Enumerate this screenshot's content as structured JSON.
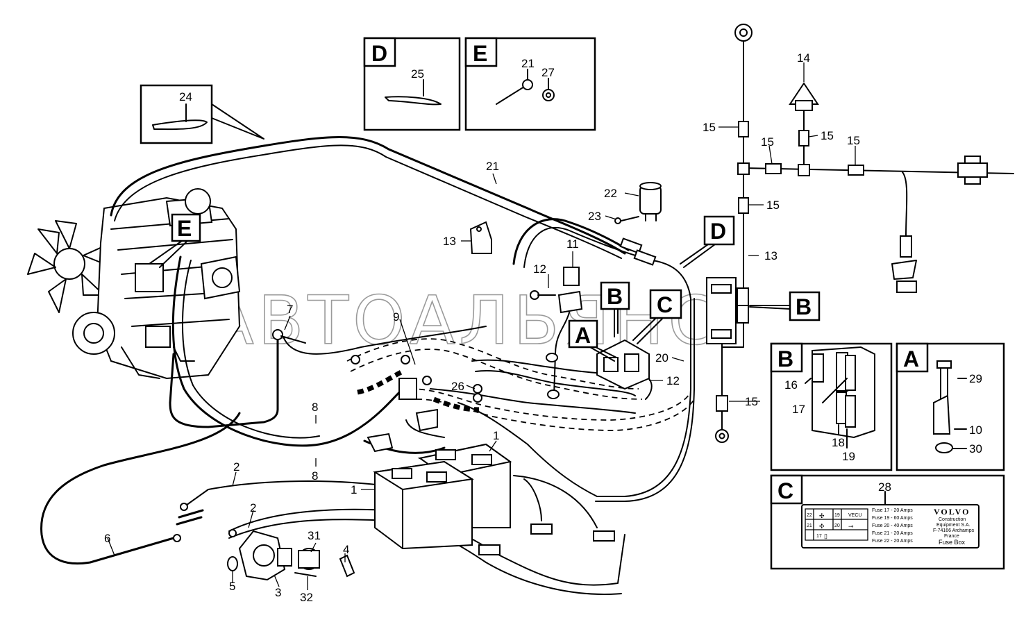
{
  "watermark": "АВТОАЛЬЯНС",
  "callouts": {
    "n1": "1",
    "n2": "2",
    "n3": "3",
    "n4": "4",
    "n5": "5",
    "n6": "6",
    "n7": "7",
    "n8": "8",
    "n9": "9",
    "n10": "10",
    "n11": "11",
    "n12": "12",
    "n13": "13",
    "n14": "14",
    "n15": "15",
    "n16": "16",
    "n17": "17",
    "n18": "18",
    "n19": "19",
    "n20": "20",
    "n21": "21",
    "n22": "22",
    "n23": "23",
    "n24": "24",
    "n25": "25",
    "n26": "26",
    "n27": "27",
    "n28": "28",
    "n29": "29",
    "n30": "30",
    "n31": "31",
    "n32": "32"
  },
  "detail_letters": {
    "a": "A",
    "b": "B",
    "c": "C",
    "d": "D",
    "e": "E"
  },
  "fuse_label": {
    "rows": [
      "Fuse 17 - 20 Amps",
      "Fuse 19 - 60 Amps",
      "Fuse 20 - 40 Amps",
      "Fuse 21 - 20 Amps",
      "Fuse 22 - 20 Amps"
    ],
    "brand": "VOLVO",
    "company": [
      "Construction",
      "Equipment S.A.",
      "F-74166 Archamps",
      "France"
    ],
    "title": "Fuse Box",
    "grid": {
      "n22": "22",
      "n19": "19",
      "vecu": "VECU",
      "n21": "21",
      "n20": "20",
      "n17": "17"
    }
  }
}
